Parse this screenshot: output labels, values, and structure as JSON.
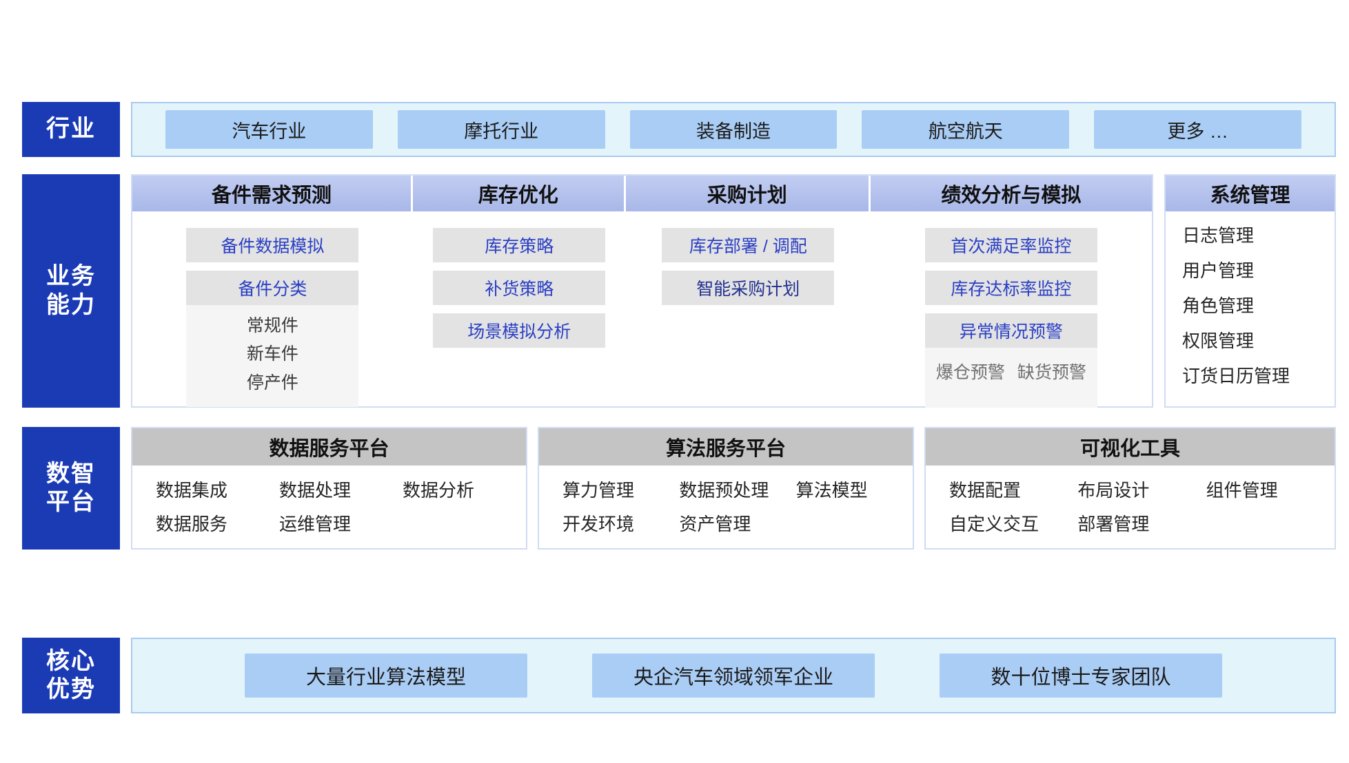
{
  "rows": {
    "industry": {
      "label_lines": [
        "行业"
      ],
      "items": [
        {
          "label": "汽车行业"
        },
        {
          "label": "摩托行业"
        },
        {
          "label": "装备制造"
        },
        {
          "label": "航空航天"
        },
        {
          "label": "更多 …"
        }
      ]
    },
    "business": {
      "label_lines": [
        "业务",
        "能力"
      ],
      "columns": [
        {
          "title": "备件需求预测",
          "chips": [
            {
              "label": "备件数据模拟",
              "style": "blue",
              "attached": false
            },
            {
              "label": "备件分类",
              "style": "blue",
              "attached": true
            }
          ],
          "sub_panel": {
            "layout": "stack",
            "items": [
              "常规件",
              "新车件",
              "停产件"
            ]
          }
        },
        {
          "title": "库存优化",
          "chips": [
            {
              "label": "库存策略",
              "style": "blue",
              "attached": false
            },
            {
              "label": "补货策略",
              "style": "blue",
              "attached": false
            },
            {
              "label": "场景模拟分析",
              "style": "blue",
              "attached": false
            }
          ],
          "sub_panel": null
        },
        {
          "title": "采购计划",
          "chips": [
            {
              "label": "库存部署 / 调配",
              "style": "blue",
              "attached": false
            },
            {
              "label": "智能采购计划",
              "style": "dark",
              "attached": false
            }
          ],
          "sub_panel": null
        },
        {
          "title": "绩效分析与模拟",
          "chips": [
            {
              "label": "首次满足率监控",
              "style": "blue",
              "attached": false
            },
            {
              "label": "库存达标率监控",
              "style": "blue",
              "attached": false
            },
            {
              "label": "异常情况预警",
              "style": "blue",
              "attached": true
            }
          ],
          "sub_panel": {
            "layout": "inline",
            "items": [
              "爆仓预警",
              "缺货预警"
            ]
          }
        }
      ],
      "system": {
        "title": "系统管理",
        "items": [
          "日志管理",
          "用户管理",
          "角色管理",
          "权限管理",
          "订货日历管理"
        ]
      }
    },
    "platform": {
      "label_lines": [
        "数智",
        "平台"
      ],
      "groups": [
        {
          "title": "数据服务平台",
          "items": [
            "数据集成",
            "数据处理",
            "数据分析",
            "数据服务",
            "运维管理"
          ]
        },
        {
          "title": "算法服务平台",
          "items": [
            "算力管理",
            "数据预处理",
            "算法模型",
            "开发环境",
            "资产管理"
          ]
        },
        {
          "title": "可视化工具",
          "items": [
            "数据配置",
            "布局设计",
            "组件管理",
            "自定义交互",
            "部署管理"
          ]
        }
      ]
    },
    "advantages": {
      "label_lines": [
        "核心",
        "优势"
      ],
      "items": [
        {
          "label": "大量行业算法模型"
        },
        {
          "label": "央企汽车领域领军企业"
        },
        {
          "label": "数十位博士专家团队"
        }
      ]
    }
  },
  "colors": {
    "label_blue": "#1b3bb5",
    "chip_blue": "#aacdf5",
    "panel_cyan": "#e3f5fb",
    "header_periwinkle": "#b0bfec",
    "platform_header_gray": "#c4c4c4",
    "capability_chip_gray": "#e3e3e3",
    "capability_text_blue": "#2a3fc4"
  }
}
